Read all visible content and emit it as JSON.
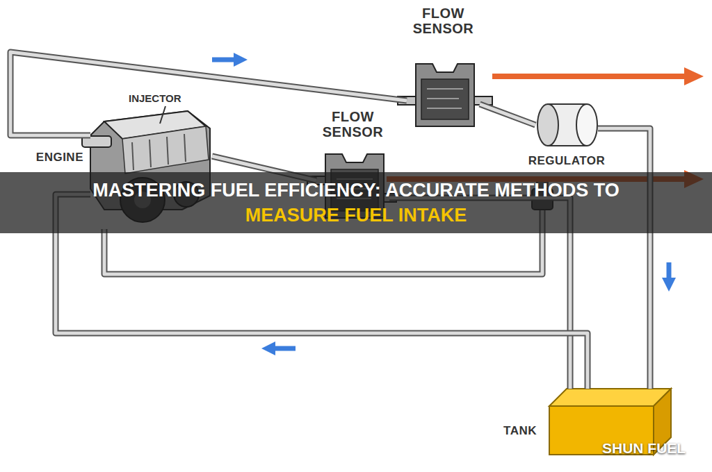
{
  "diagram": {
    "title": "MASTERING FUEL EFFICIENCY: ACCURATE METHODS TO MEASURE FUEL INTAKE",
    "nodes": [
      {
        "text": [
          "ENGINE"
        ]
      },
      {
        "text": [
          "FLOW SENSOR"
        ]
      },
      {
        "text": [
          "FLOW SENSOR"
        ]
      },
      {
        "text": [
          "REGULATOR"
        ]
      },
      {
        "text": [
          "TANK"
        ]
      }
    ],
    "edges": [
      {
        "from": 0,
        "to": 1,
        "arrow": "none"
      },
      {
        "from": 1,
        "to": 3,
        "arrow": "none"
      },
      {
        "from": 3,
        "to": 4,
        "arrow": "none"
      },
      {
        "from": 4,
        "to": 2,
        "arrow": "none"
      },
      {
        "from": 2,
        "to": 0,
        "arrow": "none"
      },
      {
        "from": 4,
        "to": 0,
        "arrow": "none"
      }
    ],
    "labels": [
      "INJECTOR",
      "SHUN FUEL"
    ]
  }
}
